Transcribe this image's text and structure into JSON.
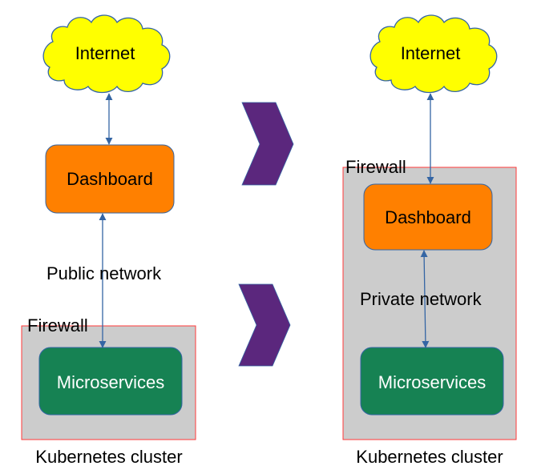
{
  "colors": {
    "cloud_fill": "#ffff00",
    "cloud_stroke": "#3465a4",
    "dashboard_fill": "#ff8000",
    "microservices_fill": "#168253",
    "cluster_fill": "#cccccc",
    "cluster_border": "#ff3838",
    "arrow_color": "#3465a4",
    "chevron_fill": "#5b277d"
  },
  "left": {
    "internet": "Internet",
    "dashboard": "Dashboard",
    "network": "Public network",
    "firewall": "Firewall",
    "microservices": "Microservices",
    "cluster": "Kubernetes cluster"
  },
  "right": {
    "internet": "Internet",
    "dashboard": "Dashboard",
    "network": "Private network",
    "firewall": "Firewall",
    "microservices": "Microservices",
    "cluster": "Kubernetes cluster"
  }
}
